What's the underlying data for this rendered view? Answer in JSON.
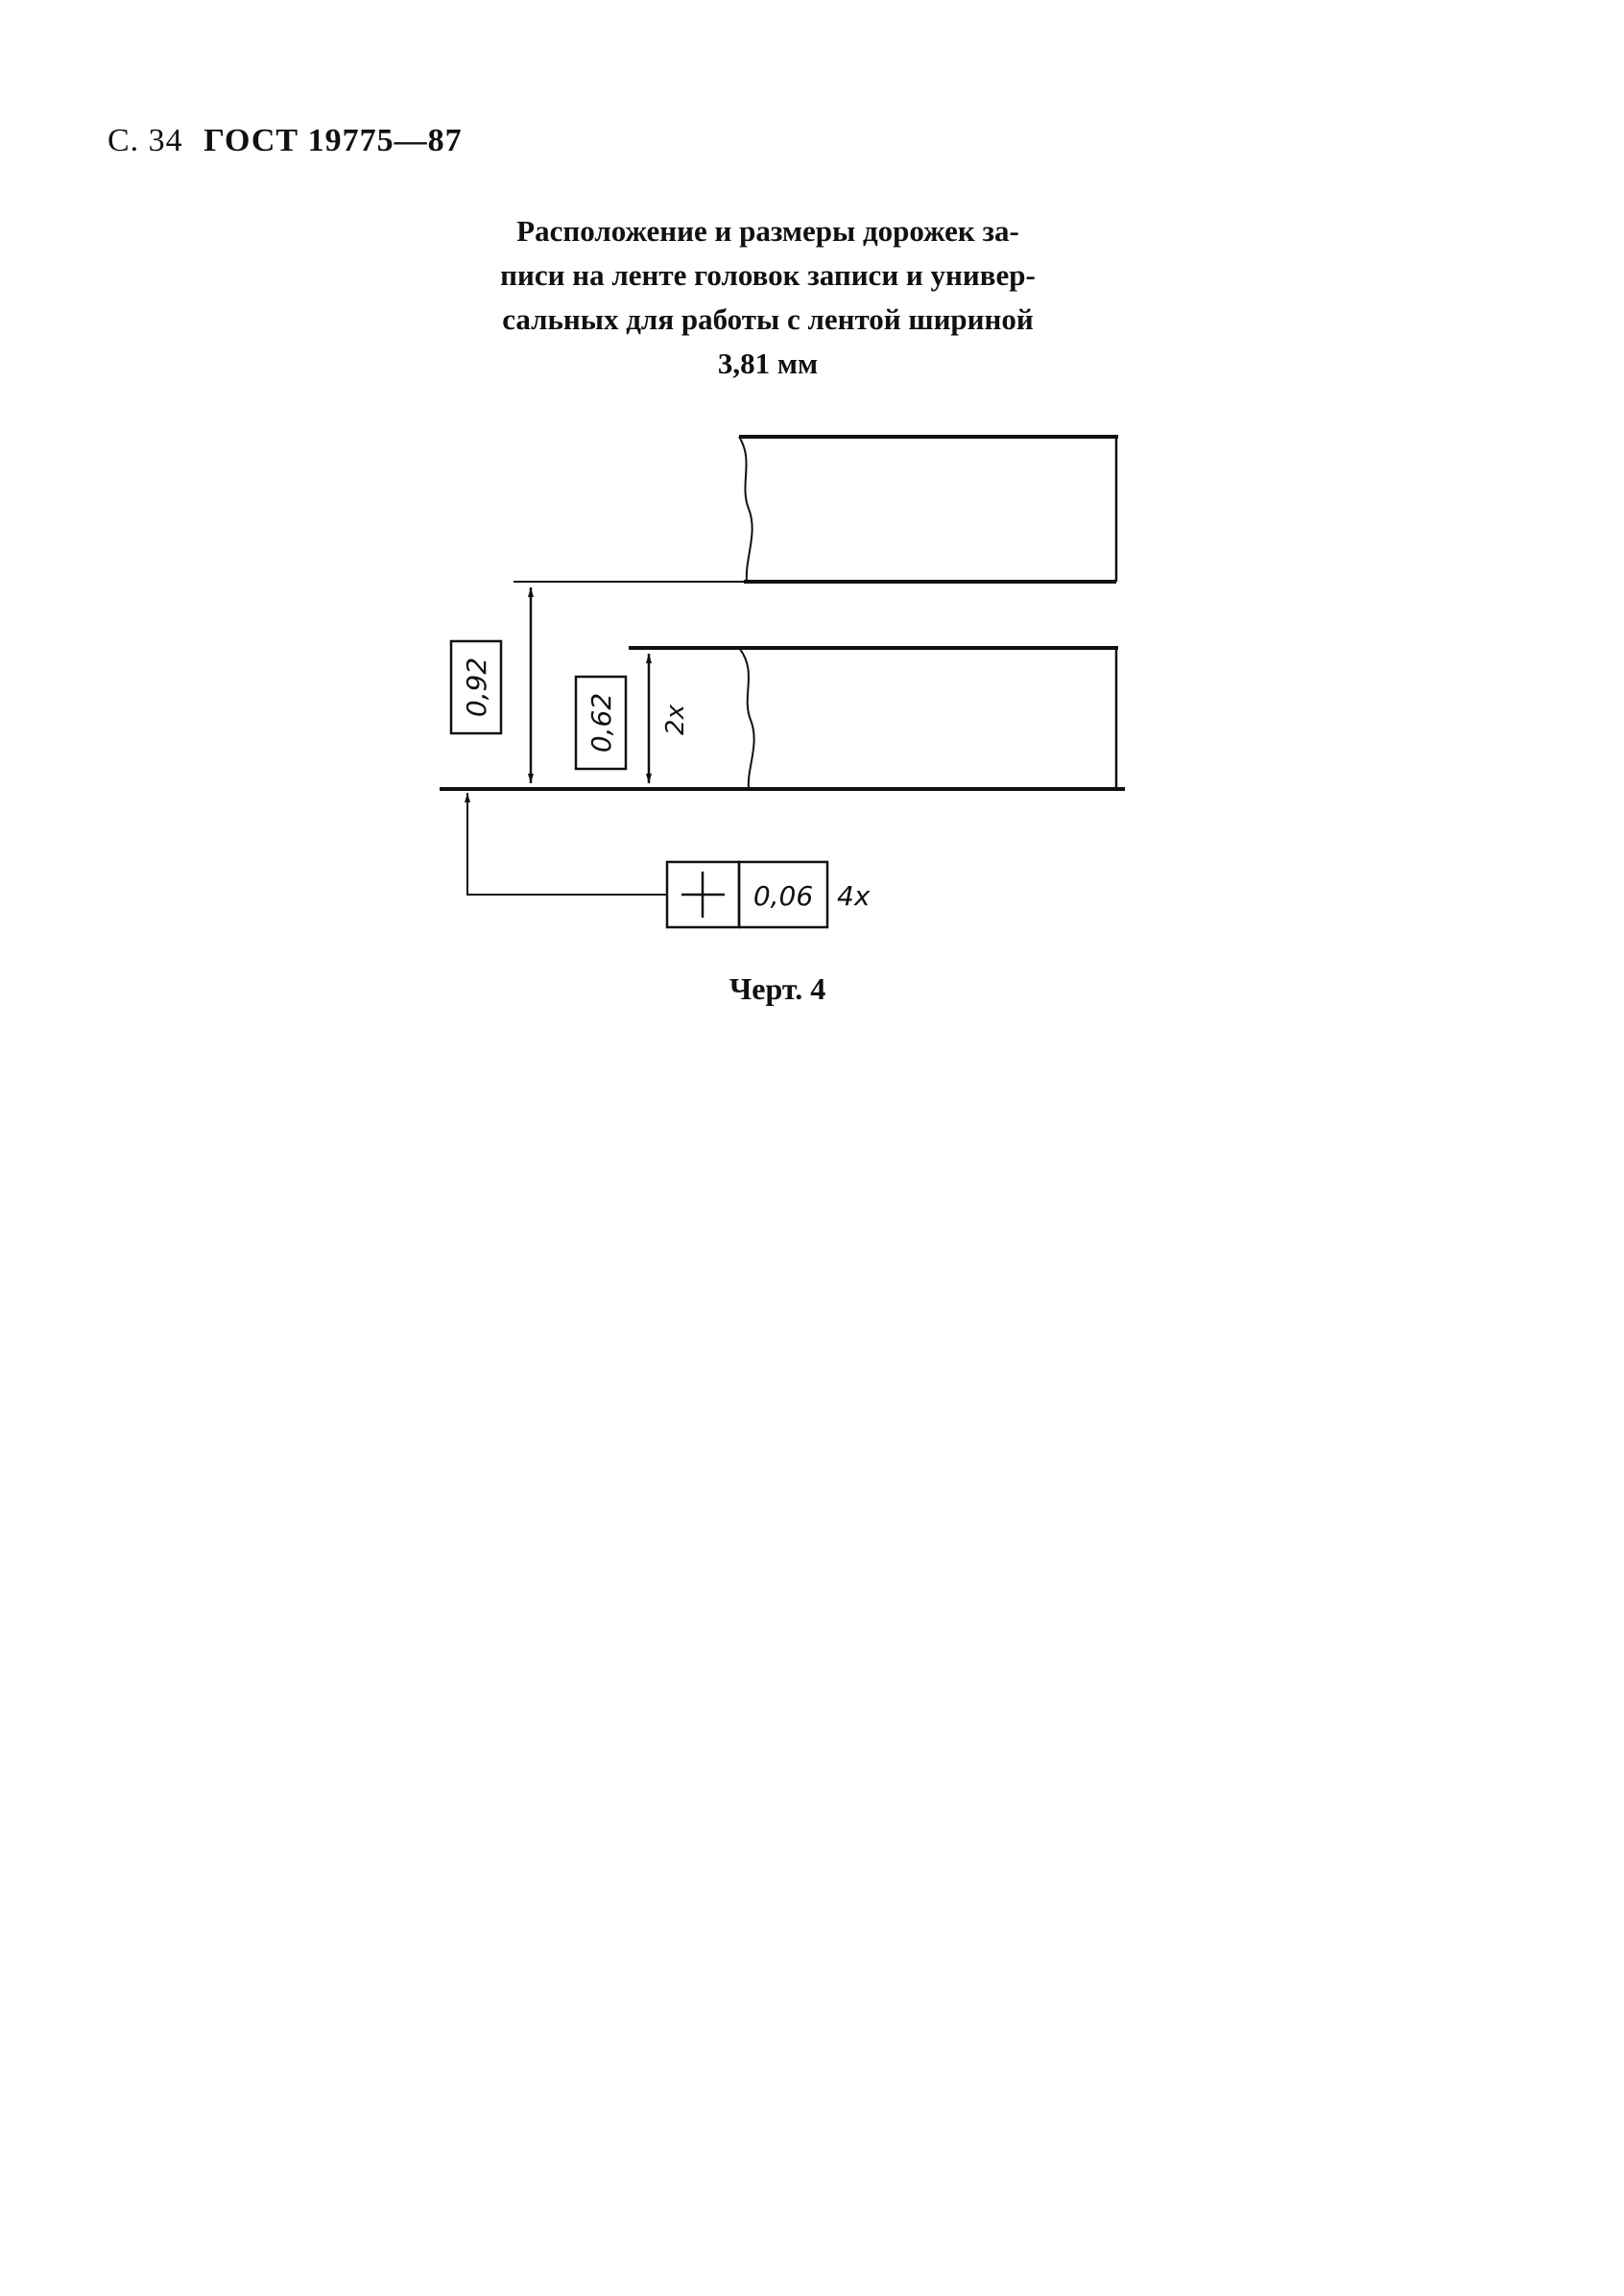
{
  "header": {
    "page_label": "С. 34",
    "standard": "ГОСТ 19775—87"
  },
  "caption": {
    "lines": [
      "Расположение и размеры дорожек за-",
      "писи на ленте головок записи и универ-",
      "сальных для работы с лентой шириной",
      "3,81 мм"
    ]
  },
  "drawing": {
    "dimensions": {
      "pitch": "0,92",
      "track_width": "0,62",
      "track_count": "2x"
    },
    "tolerance": {
      "symbol": "position-icon",
      "value": "0,06",
      "count": "4x"
    }
  },
  "figure": {
    "label": "Черт. 4"
  }
}
